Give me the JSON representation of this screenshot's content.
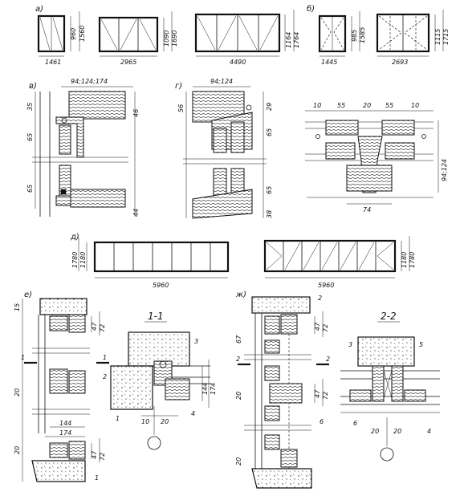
{
  "panels": {
    "a": {
      "label": "а)"
    },
    "b": {
      "label": "б)"
    },
    "v": {
      "label": "в)"
    },
    "g": {
      "label": "г)"
    },
    "d": {
      "label": "д)"
    },
    "e": {
      "label": "е)"
    },
    "zh": {
      "label": "ж)"
    }
  },
  "windows_a": [
    {
      "width": "1461",
      "h1": "960",
      "h2": "1560"
    },
    {
      "width": "2965",
      "h1": "1090",
      "h2": "1690"
    },
    {
      "width": "4490",
      "h1": "1164",
      "h2": "1764"
    }
  ],
  "windows_b": [
    {
      "width": "1445",
      "h1": "985",
      "h2": "1585"
    },
    {
      "width": "2693",
      "h1": "1115",
      "h2": "1715"
    }
  ],
  "detail_v": {
    "top": "94;124;174",
    "d35": "35",
    "d65a": "65",
    "d46": "46",
    "d65b": "65",
    "d44": "44"
  },
  "detail_g": {
    "top": "94;124",
    "d56": "56",
    "d29": "29",
    "d65a": "65",
    "d65b": "65",
    "d38": "38"
  },
  "mullion": {
    "d10a": "10",
    "d55a": "55",
    "d20": "20",
    "d55b": "55",
    "d10b": "10",
    "bottom": "74",
    "side": "94;124"
  },
  "windows_d": [
    {
      "width": "5960",
      "h1": "1180",
      "h2": "1780"
    },
    {
      "width": "5960",
      "h1": "1180",
      "h2": "1780"
    }
  ],
  "detail_e": {
    "d15": "15",
    "d47": "47",
    "d72": "72",
    "d20a": "20",
    "d20b": "20",
    "d144": "144",
    "d174": "174",
    "d47b": "47",
    "d72b": "72",
    "c1": "1",
    "mark": "1"
  },
  "section_11": {
    "title": "1-1",
    "n2": "2",
    "n3": "3",
    "n4": "4",
    "n1": "1",
    "d144": "144",
    "d174": "174",
    "d10": "10",
    "d20": "20"
  },
  "detail_zh": {
    "d47": "47",
    "d72": "72",
    "d67": "67",
    "d20a": "20",
    "d47b": "47",
    "d72b": "72",
    "d20b": "20",
    "n2": "2",
    "n6": "6",
    "mark": "2"
  },
  "section_22": {
    "title": "2-2",
    "n3": "3",
    "n5": "5",
    "n6": "6",
    "n4": "4",
    "d20a": "20",
    "d20b": "20"
  }
}
